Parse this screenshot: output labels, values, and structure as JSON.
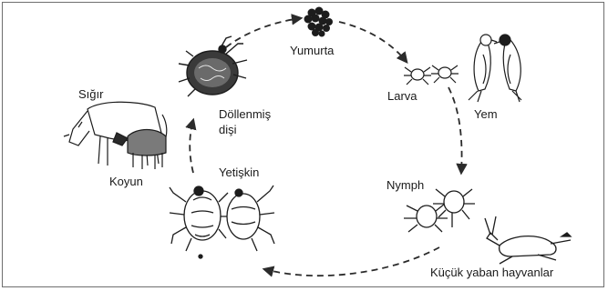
{
  "labels": {
    "egg": "Yumurta",
    "larva": "Larva",
    "host_bird": "Yem",
    "nymph": "Nymph",
    "small_animals": "Küçük yaban hayvanlar",
    "adult": "Yetişkin",
    "fertilized_line1": "Döllenmiş",
    "fertilized_line2": "dişi",
    "cattle": "Sığır",
    "sheep": "Koyun"
  }
}
